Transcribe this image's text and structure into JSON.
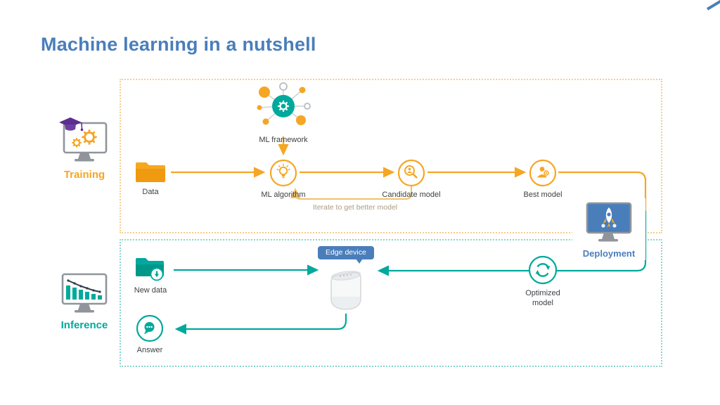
{
  "title": "Machine learning in a nutshell",
  "training": {
    "section_label": "Training",
    "data_label": "Data",
    "ml_framework_label": "ML framework",
    "ml_algorithm_label": "ML algorithm",
    "candidate_model_label": "Candidate model",
    "best_model_label": "Best model",
    "iterate_label": "Iterate to get better model"
  },
  "deployment": {
    "section_label": "Deployment"
  },
  "inference": {
    "section_label": "Inference",
    "new_data_label": "New data",
    "edge_device_label": "Edge device",
    "optimized_model_label": "Optimized model",
    "answer_label": "Answer"
  },
  "colors": {
    "accent_orange": "#f5a623",
    "accent_teal": "#00a99d",
    "accent_blue": "#4a7ebb",
    "grad_cap_purple": "#5c2d91"
  }
}
